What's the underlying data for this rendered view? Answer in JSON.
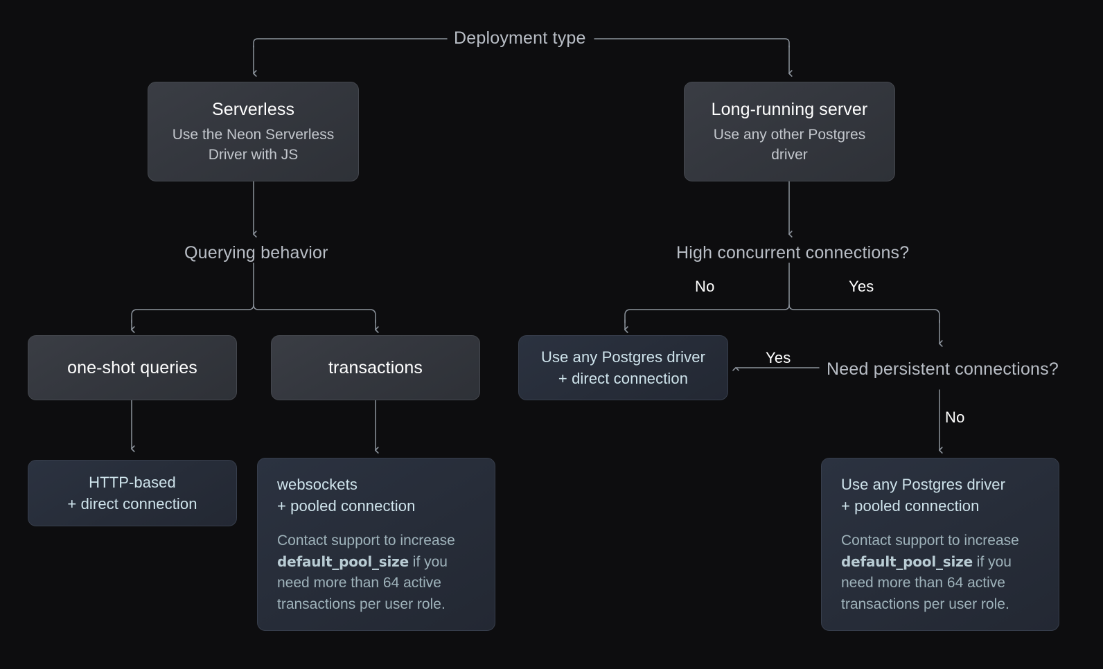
{
  "meta": {
    "background": "#0d0d0f",
    "wire_color": "#8c939c",
    "gray_box": "#34373e",
    "blue_box": "#272d39",
    "accent_text": "#cfe4ec"
  },
  "root": {
    "label": "Deployment type"
  },
  "nodes": {
    "serverless": {
      "title": "Serverless",
      "subtitle": "Use the Neon Serverless\nDriver with JS"
    },
    "long_running": {
      "title": "Long-running server",
      "subtitle": "Use any other Postgres\ndriver"
    },
    "one_shot": {
      "title": "one-shot queries"
    },
    "transactions": {
      "title": "transactions"
    },
    "http_direct": {
      "title": "HTTP-based\n+ direct connection"
    },
    "websockets_pooled": {
      "title": "websockets\n+ pooled connection",
      "body_before": "Contact support to increase ",
      "body_code": "default_pool_size",
      "body_after": " if you need more than 64 active transactions per user role."
    },
    "driver_direct": {
      "title": "Use any Postgres driver\n+ direct connection"
    },
    "driver_pooled": {
      "title": "Use any Postgres driver\n+ pooled connection",
      "body_before": "Contact support to increase ",
      "body_code": "default_pool_size",
      "body_after": " if you need more than 64 active transactions per user role."
    }
  },
  "questions": {
    "querying_behavior": "Querying behavior",
    "high_concurrent": "High concurrent connections?",
    "need_persistent": "Need persistent connections?"
  },
  "branches": {
    "concurrent_no": "No",
    "concurrent_yes": "Yes",
    "persistent_yes": "Yes",
    "persistent_no": "No"
  }
}
